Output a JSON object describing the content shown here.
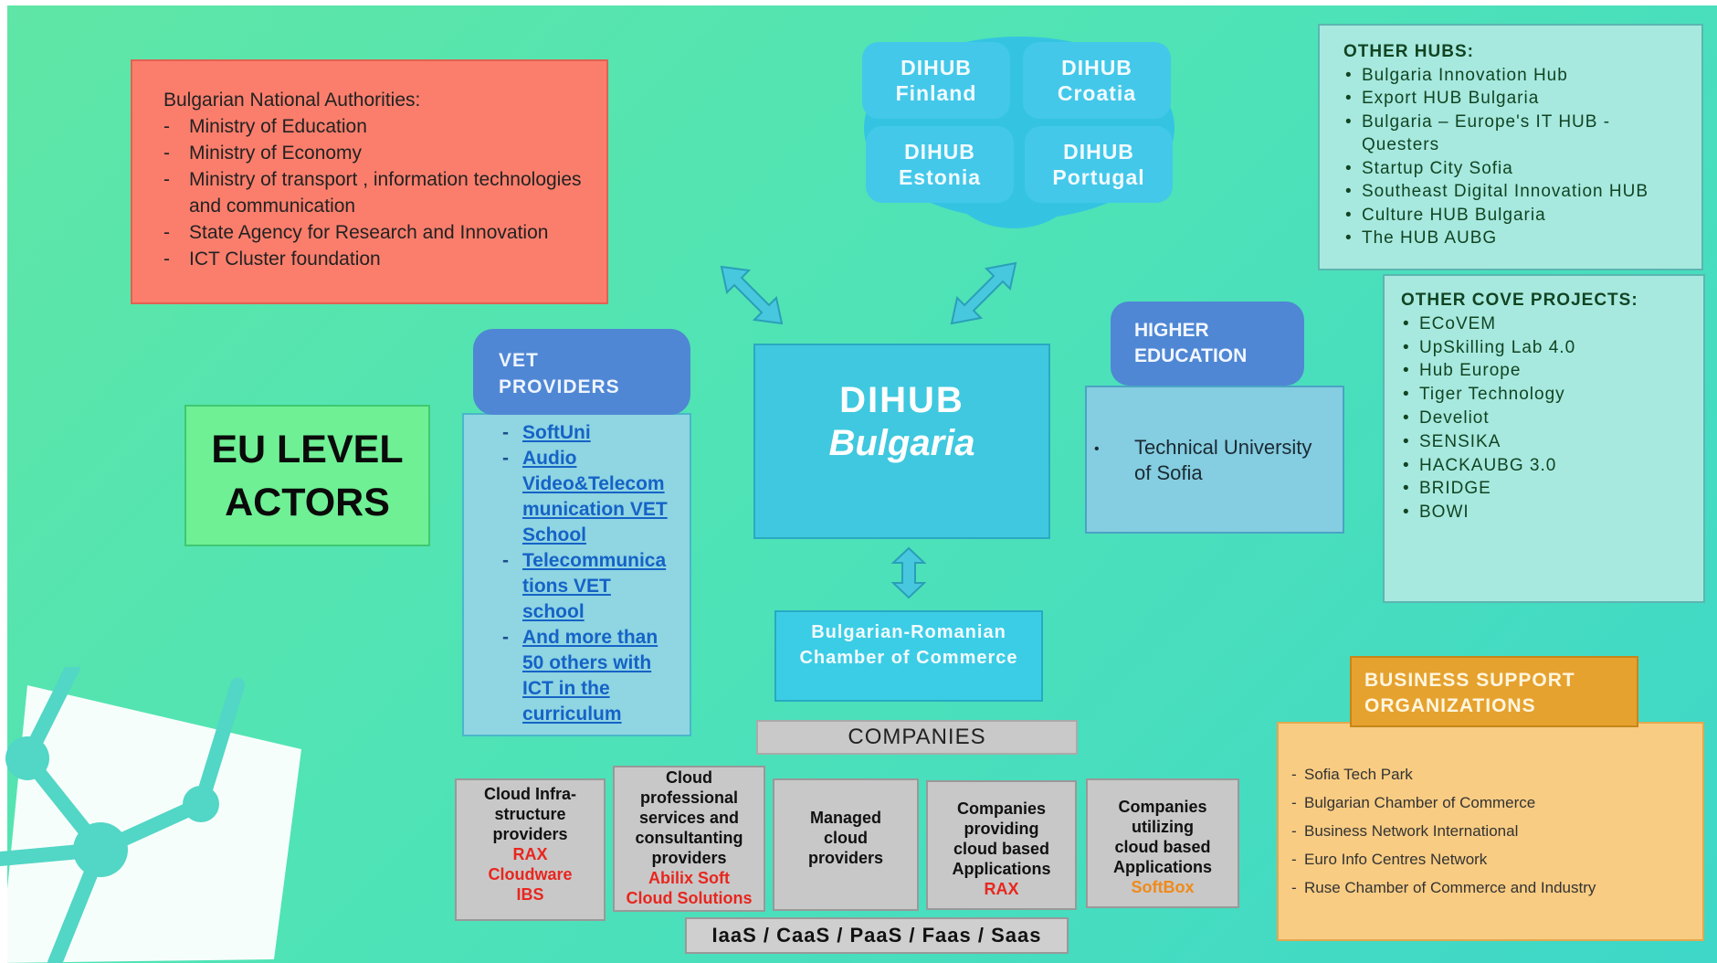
{
  "authorities": {
    "heading": "Bulgarian National Authorities:",
    "items": [
      "Ministry of Education",
      "Ministry of Economy",
      "Ministry of transport , information technologies and communication",
      "State Agency for Research and Innovation",
      "ICT Cluster foundation"
    ]
  },
  "hubs_cloud": {
    "finland": {
      "line1": "DIHUB",
      "line2": "Finland"
    },
    "croatia": {
      "line1": "DIHUB",
      "line2": "Croatia"
    },
    "estonia": {
      "line1": "DIHUB",
      "line2": "Estonia"
    },
    "portugal": {
      "line1": "DIHUB",
      "line2": "Portugal"
    }
  },
  "center": {
    "line1": "DIHUB",
    "line2": "Bulgaria"
  },
  "eu_actors": {
    "line1": "EU LEVEL",
    "line2": "ACTORS"
  },
  "vet": {
    "header_line1": "VET",
    "header_line2": "PROVIDERS",
    "items": [
      [
        "SoftUni"
      ],
      [
        "Audio",
        "Video&Telecom",
        "munication VET",
        "School"
      ],
      [
        "Telecommunica",
        "tions VET",
        "school"
      ],
      [
        "And more than",
        "50 others with",
        "ICT in the",
        "curriculum"
      ]
    ]
  },
  "higher_education": {
    "header_line1": "HIGHER",
    "header_line2": "EDUCATION",
    "item_line1": "Technical University",
    "item_line2": "of Sofia"
  },
  "chamber": {
    "line1": "Bulgarian-Romanian",
    "line2": "Chamber of Commerce"
  },
  "companies": {
    "label": "COMPANIES",
    "categories": [
      {
        "lines": [
          "Cloud Infra-",
          "structure",
          "providers"
        ],
        "red": [
          "RAX",
          "Cloudware",
          "IBS"
        ]
      },
      {
        "lines": [
          "Cloud",
          "professional",
          "services and",
          "consultanting",
          "providers"
        ],
        "red": [
          "Abilix  Soft",
          "Cloud Solutions"
        ]
      },
      {
        "lines": [
          "Managed",
          "cloud",
          "providers"
        ],
        "red": []
      },
      {
        "lines": [
          "Companies",
          "providing",
          "cloud based",
          "Applications"
        ],
        "red": [
          "RAX"
        ]
      },
      {
        "lines": [
          "Companies",
          "utilizing",
          "cloud based",
          "Applications"
        ],
        "orange": "SoftBox"
      }
    ],
    "service_models": "IaaS / CaaS / PaaS / Faas / Saas"
  },
  "other_hubs": {
    "title": "OTHER HUBS:",
    "items": [
      "Bulgaria  Innovation  Hub",
      "Export HUB Bulgaria",
      "Bulgaria – Europe's IT HUB - Questers",
      "Startup City Sofia",
      "Southeast Digital Innovation HUB",
      "Culture HUB Bulgaria",
      "The HUB AUBG"
    ]
  },
  "other_cove": {
    "title": "OTHER COVE PROJECTS:",
    "items": [
      "ECoVEM",
      "UpSkilling  Lab  4.0",
      "Hub Europe",
      "Tiger Technology",
      "Develiot",
      "SENSIKA",
      "HACKAUBG  3.0",
      "BRIDGE",
      "BOWI"
    ]
  },
  "business_support": {
    "header_line1": "BUSINESS SUPPORT",
    "header_line2": "ORGANIZATIONS",
    "items": [
      "Sofia Tech Park",
      "Bulgarian Chamber of Commerce",
      "Business Network International",
      "Euro Info Centres Network",
      "Ruse Chamber of Commerce and Industry"
    ]
  },
  "colors": {
    "background": "#4fe3b6",
    "authorities": "#fb7e6c",
    "hub_blue": "#43c8ea",
    "header_blue": "#4f87d4",
    "eu_green": "#6ff095",
    "business_orange": "#e6a22e",
    "company_grey": "#c8c8c8",
    "link_blue": "#1563c6",
    "highlight_red": "#e8261e"
  }
}
